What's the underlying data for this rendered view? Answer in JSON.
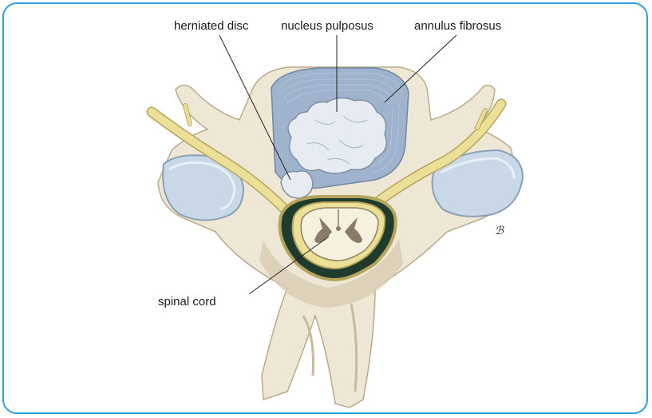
{
  "labels": {
    "herniated_disc": "herniated disc",
    "nucleus_pulposus": "nucleus pulposus",
    "annulus_fibrosus": "annulus fibrosus",
    "spinal_cord": "spinal cord"
  },
  "colors": {
    "frame": "#2aa0dc",
    "bone": "#efe7d6",
    "bone_shadow": "#d8ccb2",
    "annulus": "#9fb4cc",
    "nucleus": "#e6ecf2",
    "nerve": "#ecdf97",
    "canal": "#1f3b2e",
    "cord_gray": "#8a7a66",
    "facet": "#c9d8e6"
  }
}
